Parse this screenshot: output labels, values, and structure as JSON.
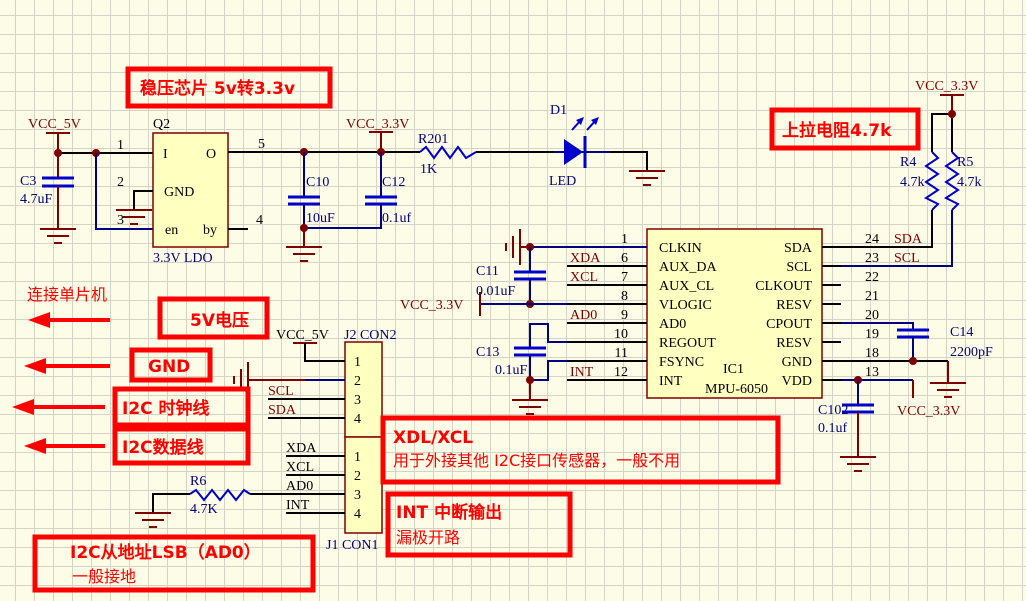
{
  "annotations": {
    "ldo_title": "稳压芯片 5v转3.3v",
    "pullup": "上拉电阻4.7k",
    "mcu_connect": "连接单片机",
    "v5": "5V电压",
    "gnd": "GND",
    "i2c_clock": "I2C 时钟线",
    "i2c_data": "I2C数据线",
    "xdl_title": "XDL/XCL",
    "xdl_desc": "用于外接其他 I2C接口传感器，一般不用",
    "int_title": "INT 中断输出",
    "int_desc": "漏极开路",
    "ad0_title": "I2C从地址LSB（AD0）",
    "ad0_desc": "一般接地"
  },
  "power": {
    "vcc5": "VCC_5V",
    "vcc33": "VCC_3.3V"
  },
  "ldo": {
    "ref": "Q2",
    "name": "3.3V LDO",
    "pins": {
      "i": "I",
      "o": "O",
      "gnd": "GND",
      "en": "en",
      "by": "by"
    },
    "pin_numbers": [
      "1",
      "2",
      "3",
      "4",
      "5"
    ]
  },
  "components": {
    "c3": {
      "ref": "C3",
      "value": "4.7uF"
    },
    "c10": {
      "ref": "C10",
      "value": "10uF"
    },
    "c12": {
      "ref": "C12",
      "value": "0.1uf"
    },
    "r201": {
      "ref": "R201",
      "value": "1K"
    },
    "d1": {
      "ref": "D1",
      "value": "LED"
    },
    "r4": {
      "ref": "R4",
      "value": "4.7k"
    },
    "r5": {
      "ref": "R5",
      "value": "4.7k"
    },
    "c11": {
      "ref": "C11",
      "value": "0.01uF"
    },
    "c13": {
      "ref": "C13",
      "value": "0.1uF"
    },
    "c14": {
      "ref": "C14",
      "value": "2200pF"
    },
    "c102": {
      "ref": "C102",
      "value": "0.1uf"
    },
    "r6": {
      "ref": "R6",
      "value": "4.7K"
    }
  },
  "ic1": {
    "ref": "IC1",
    "name": "MPU-6050",
    "left_pins": [
      {
        "num": "1",
        "name": "CLKIN",
        "net": ""
      },
      {
        "num": "6",
        "name": "AUX_DA",
        "net": "XDA"
      },
      {
        "num": "7",
        "name": "AUX_CL",
        "net": "XCL"
      },
      {
        "num": "8",
        "name": "VLOGIC",
        "net": ""
      },
      {
        "num": "9",
        "name": "AD0",
        "net": "AD0"
      },
      {
        "num": "10",
        "name": "REGOUT",
        "net": ""
      },
      {
        "num": "11",
        "name": "FSYNC",
        "net": ""
      },
      {
        "num": "12",
        "name": "INT",
        "net": "INT"
      }
    ],
    "right_pins": [
      {
        "num": "24",
        "name": "SDA",
        "net": "SDA"
      },
      {
        "num": "23",
        "name": "SCL",
        "net": "SCL"
      },
      {
        "num": "22",
        "name": "CLKOUT",
        "net": ""
      },
      {
        "num": "21",
        "name": "RESV",
        "net": ""
      },
      {
        "num": "20",
        "name": "CPOUT",
        "net": ""
      },
      {
        "num": "19",
        "name": "RESV",
        "net": ""
      },
      {
        "num": "18",
        "name": "GND",
        "net": ""
      },
      {
        "num": "13",
        "name": "VDD",
        "net": ""
      }
    ]
  },
  "j2": {
    "label": "J2 CON2",
    "pins": [
      "1",
      "2",
      "3",
      "4"
    ],
    "nets": [
      "SCL",
      "SDA"
    ]
  },
  "j1": {
    "label": "J1 CON1",
    "pins": [
      "1",
      "2",
      "3",
      "4"
    ],
    "nets": [
      "XDA",
      "XCL",
      "AD0",
      "INT"
    ]
  },
  "colors": {
    "wire": "#000080",
    "power": "#800000",
    "annotation": "#ff0000",
    "chip_fill": "#ffffc0",
    "background": "#fdfce6"
  }
}
